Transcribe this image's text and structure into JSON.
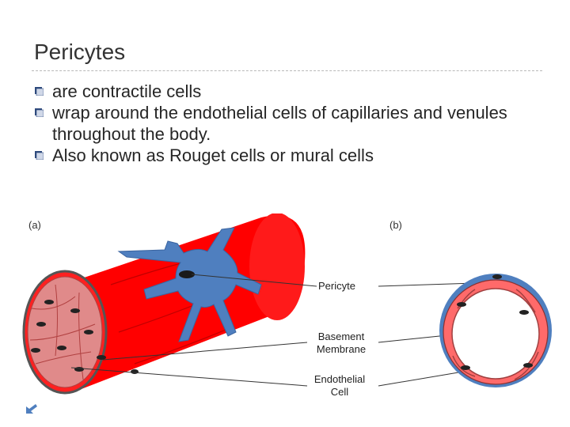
{
  "slide": {
    "title": "Pericytes",
    "bullets": [
      " are contractile cells",
      "wrap around the endothelial cells of capillaries and venules throughout the body.",
      "Also known as Rouget cells or mural cells"
    ]
  },
  "figure": {
    "panel_a": "(a)",
    "panel_b": "(b)",
    "labels": {
      "pericyte": "Pericyte",
      "basement_line1": "Basement",
      "basement_line2": "Membrane",
      "endothelial_line1": "Endothelial",
      "endothelial_line2": "Cell"
    }
  },
  "colors": {
    "vessel_red": "#ff0000",
    "pericyte_blue": "#4f7fbf",
    "lumen_pink": "#e08a8a",
    "bullet_icon": "#1f3864"
  }
}
